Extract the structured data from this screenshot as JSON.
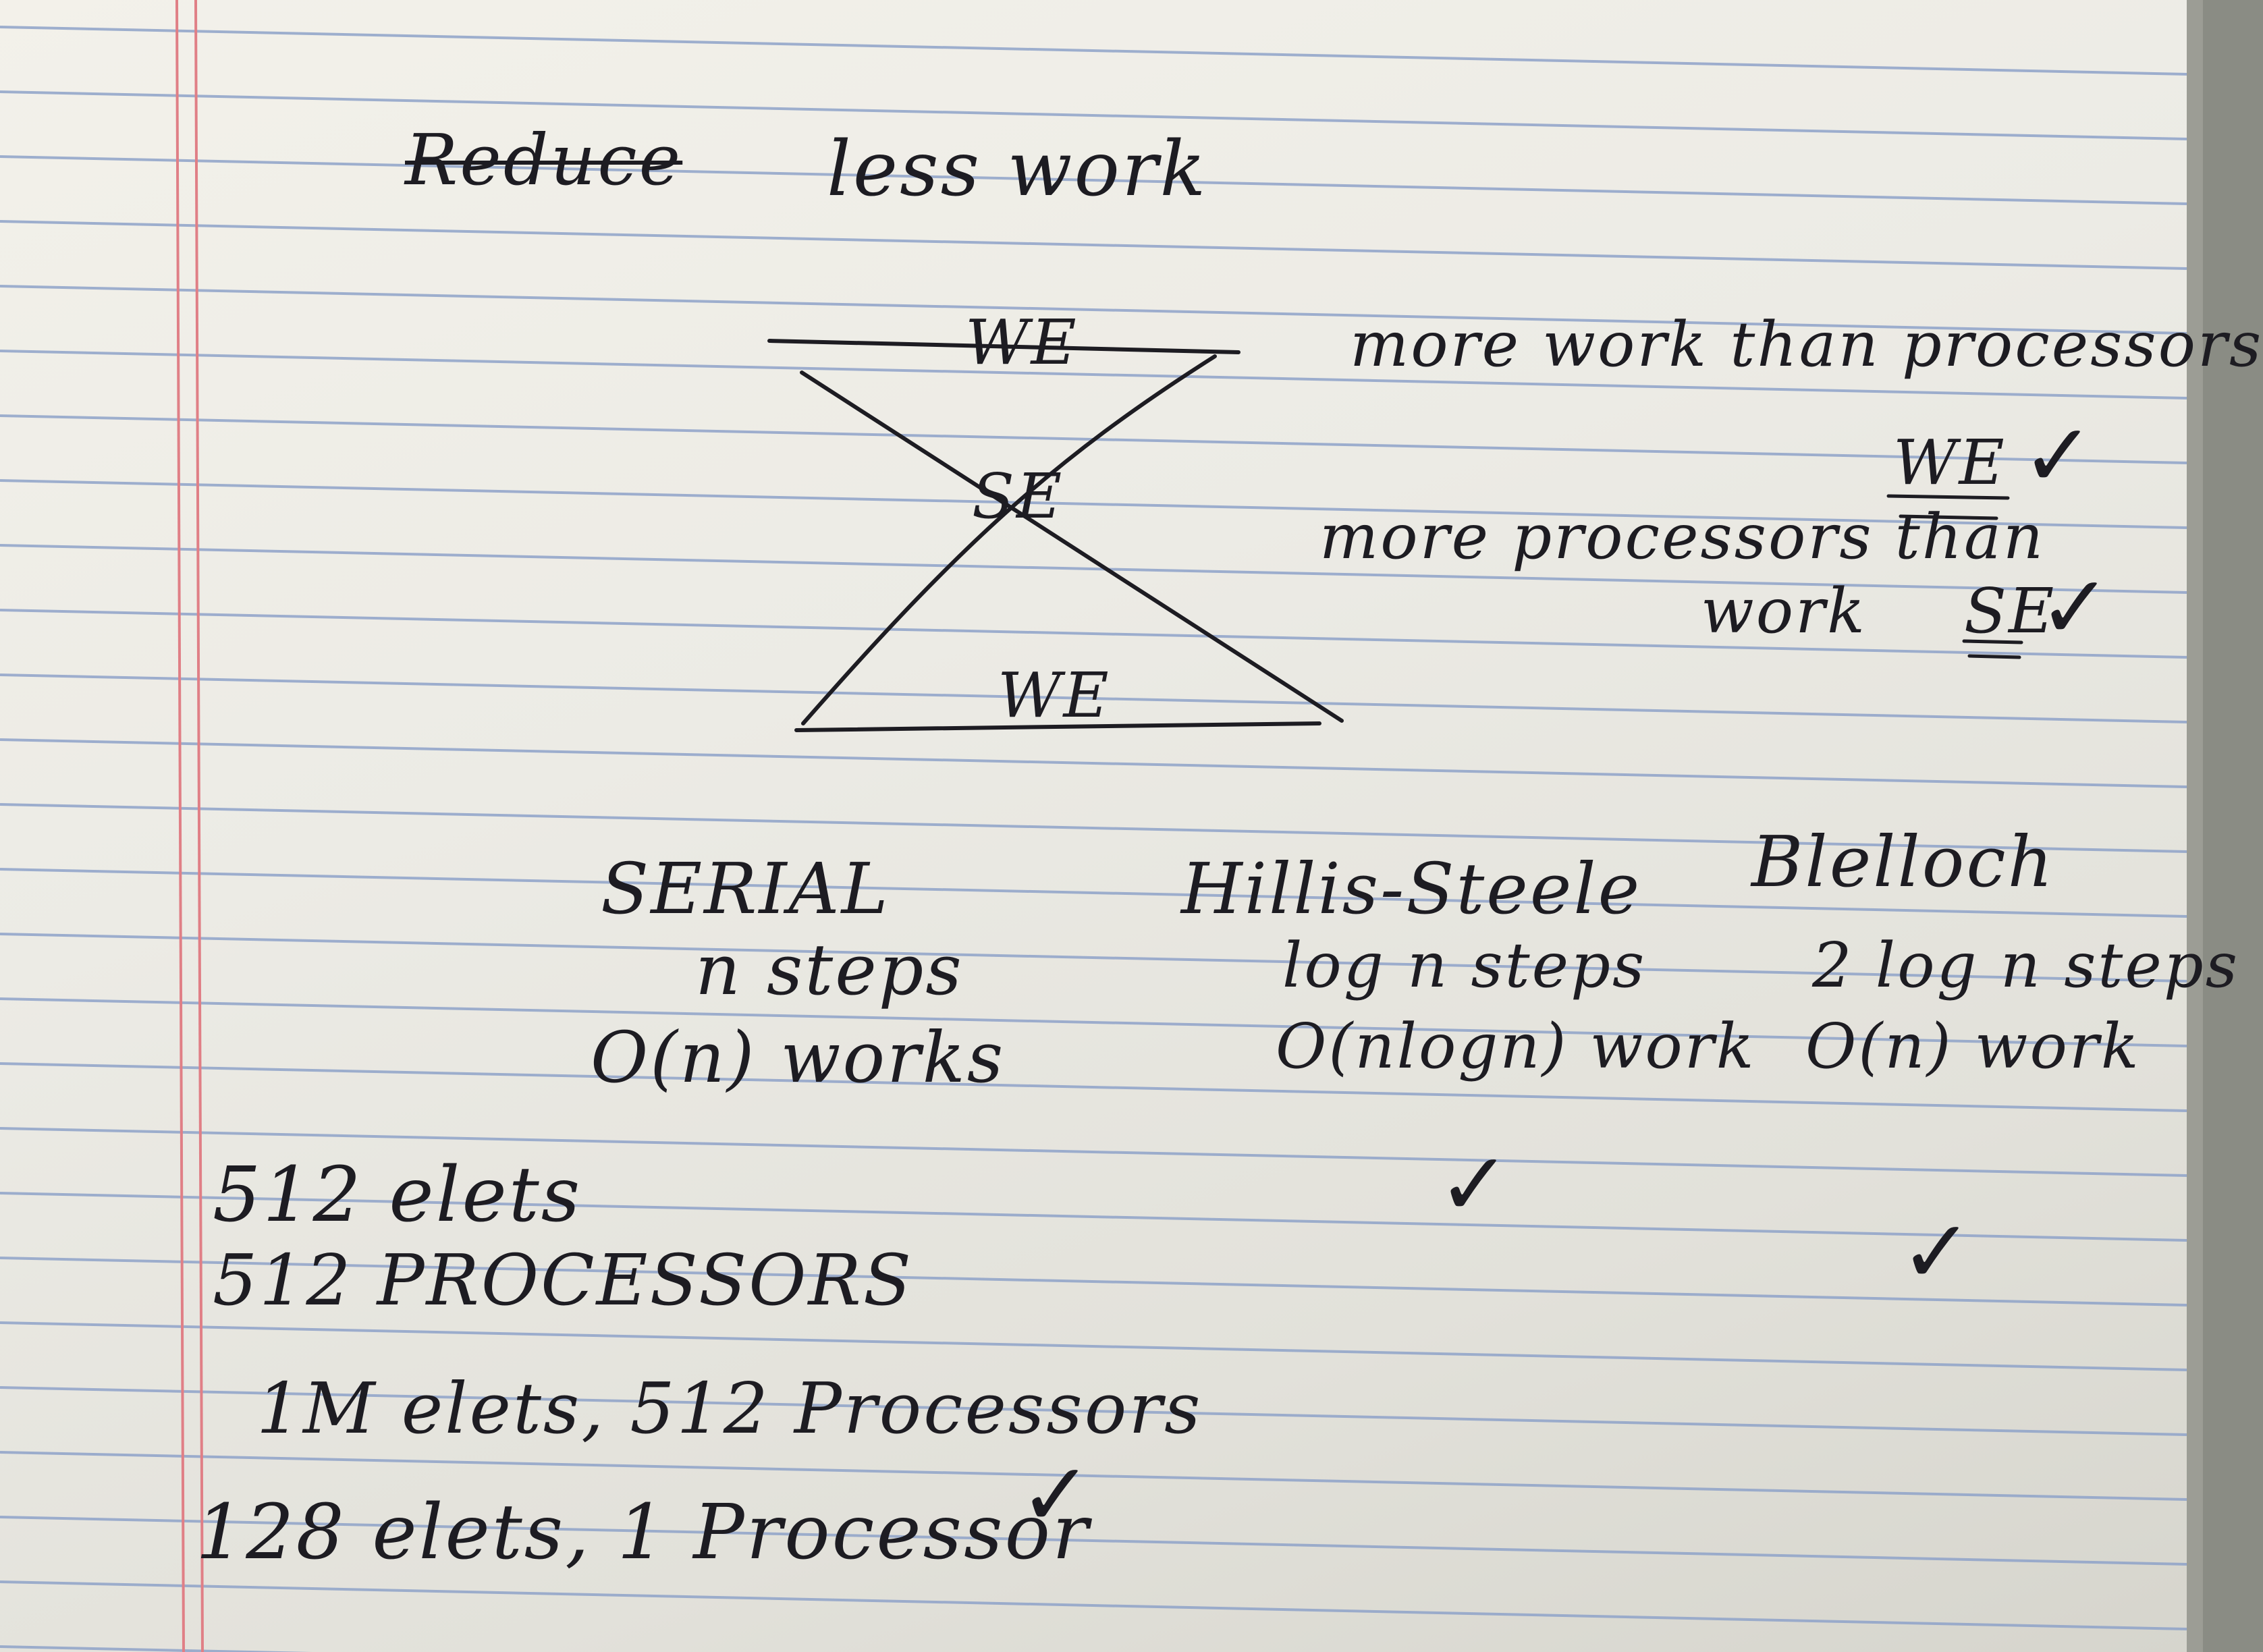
{
  "colors": {
    "paper": "#efeee7",
    "rule_lines": "#8fa3c9",
    "margin_lines": "#e07f86",
    "ink": "#1d1c22"
  },
  "heading": {
    "crossed_word": "Reduce",
    "title": "less work"
  },
  "diagram": {
    "top_label": "WE",
    "middle_label": "SE",
    "bottom_label": "WE"
  },
  "notes": {
    "note1": "more work than processors",
    "note1_answer": "WE",
    "note2_line1": "more processors than",
    "note2_line2": "work",
    "note2_answer": "SE"
  },
  "columns": [
    {
      "header": "SERIAL",
      "line1": "n steps",
      "line2": "O(n) works"
    },
    {
      "header": "Hillis-Steele",
      "line1": "log n steps",
      "line2": "O(nlogn) work"
    },
    {
      "header": "Blelloch",
      "line1": "2 log n steps",
      "line2": "O(n) work"
    }
  ],
  "cases": [
    {
      "text": "512 elets"
    },
    {
      "text": "512 PROCESSORS"
    },
    {
      "text": "1M elets, 512 Processors"
    },
    {
      "text": "128 elets, 1 Processor"
    }
  ],
  "check_mark": "✓"
}
